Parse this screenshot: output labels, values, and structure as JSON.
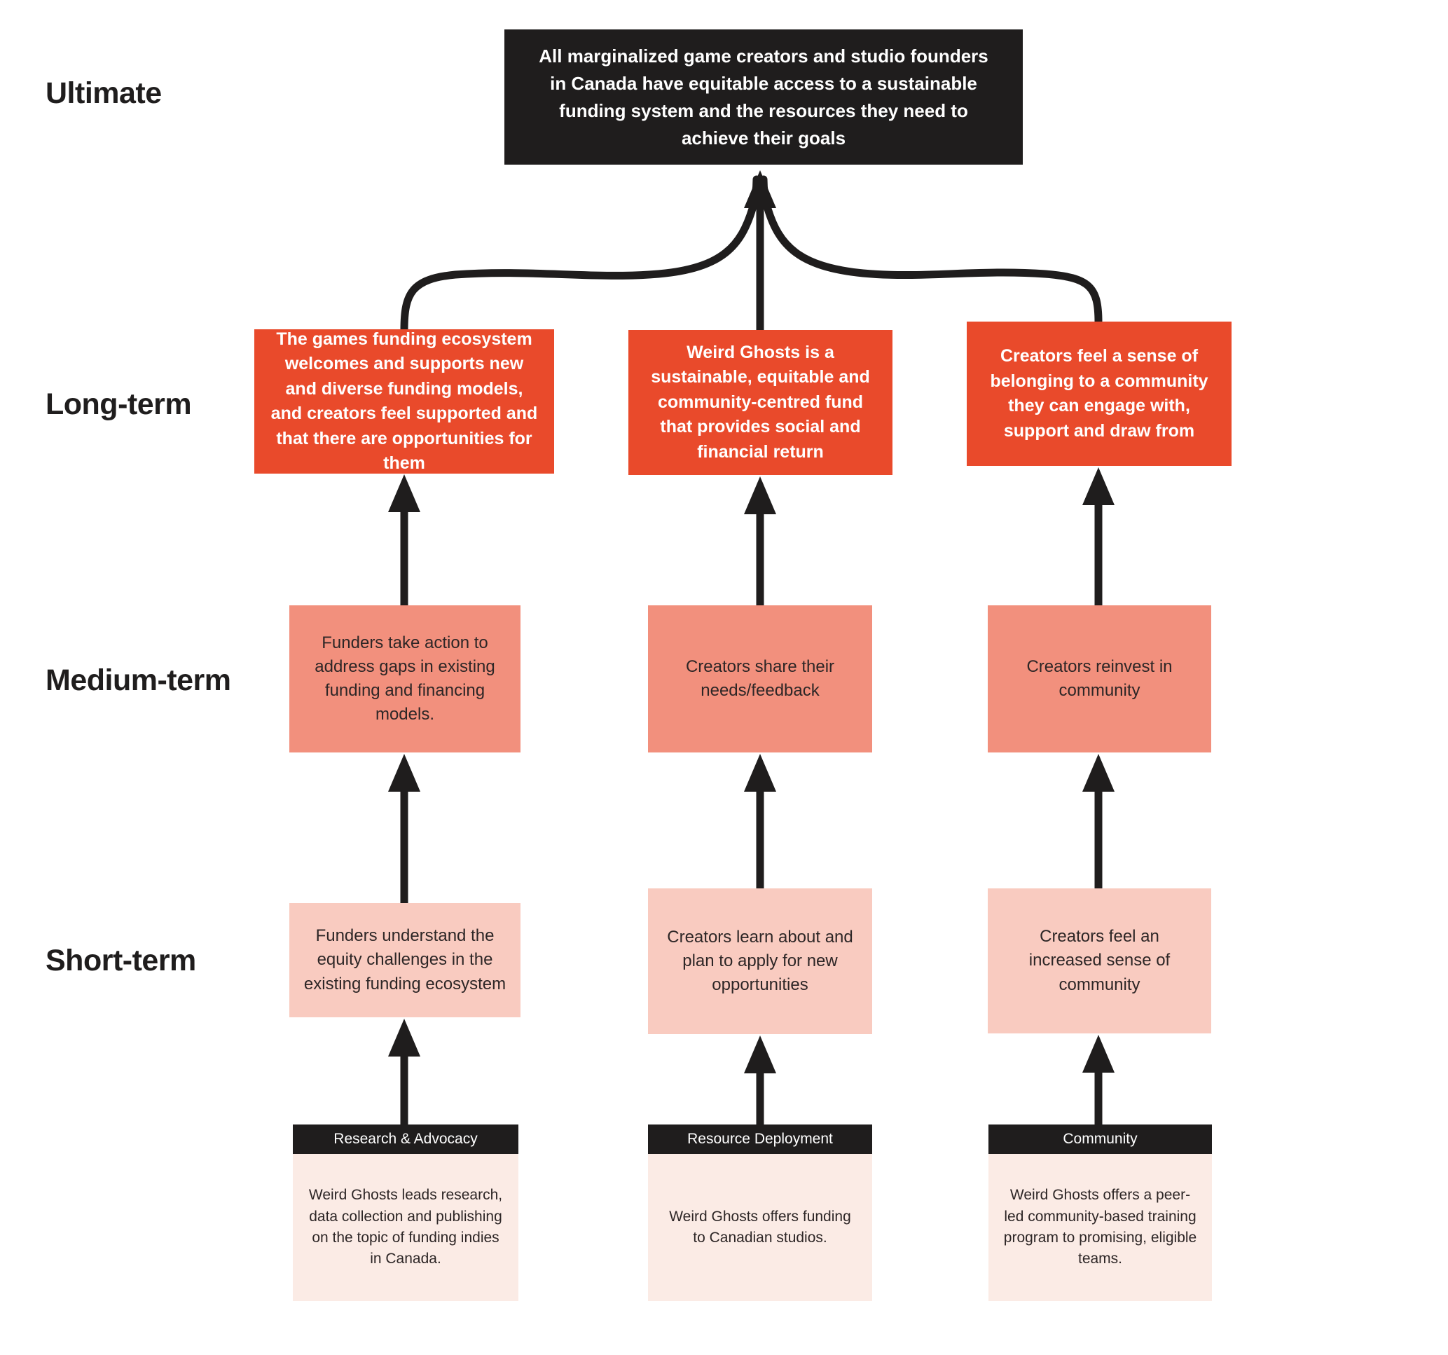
{
  "colors": {
    "ink": "#1f1d1d",
    "orange": "#e94a2b",
    "salmon": "#f2907d",
    "pink": "#f9cbc0",
    "pale_pink": "#fbebe5",
    "background": "#ffffff"
  },
  "rows": [
    {
      "label": "Ultimate"
    },
    {
      "label": "Long-term"
    },
    {
      "label": "Medium-term"
    },
    {
      "label": "Short-term"
    }
  ],
  "ultimate": {
    "text": "All marginalized game creators and studio founders in Canada have equitable access to a sustainable funding system and the resources they need to achieve their goals"
  },
  "columns": [
    {
      "long_term": "The games funding ecosystem welcomes and supports new and diverse funding models, and creators feel supported and that there are opportunities for them",
      "medium_term": "Funders take action to address gaps in existing funding and financing models.",
      "short_term": "Funders understand the equity challenges in the existing funding ecosystem",
      "activity_header": "Research & Advocacy",
      "activity_text": "Weird Ghosts leads research, data collection and publishing on the topic of funding indies in Canada."
    },
    {
      "long_term": "Weird Ghosts is a sustainable, equitable and community-centred fund that provides social and financial return",
      "medium_term": "Creators share their needs/feedback",
      "short_term": "Creators learn about and plan to apply for new opportunities",
      "activity_header": "Resource Deployment",
      "activity_text": "Weird Ghosts offers funding to Canadian studios."
    },
    {
      "long_term": "Creators feel a sense of belonging to a community they can engage with, support and draw from",
      "medium_term": "Creators reinvest in community",
      "short_term": "Creators feel an increased sense of community",
      "activity_header": "Community",
      "activity_text": "Weird Ghosts offers a peer-led community-based training program to promising, eligible teams."
    }
  ]
}
